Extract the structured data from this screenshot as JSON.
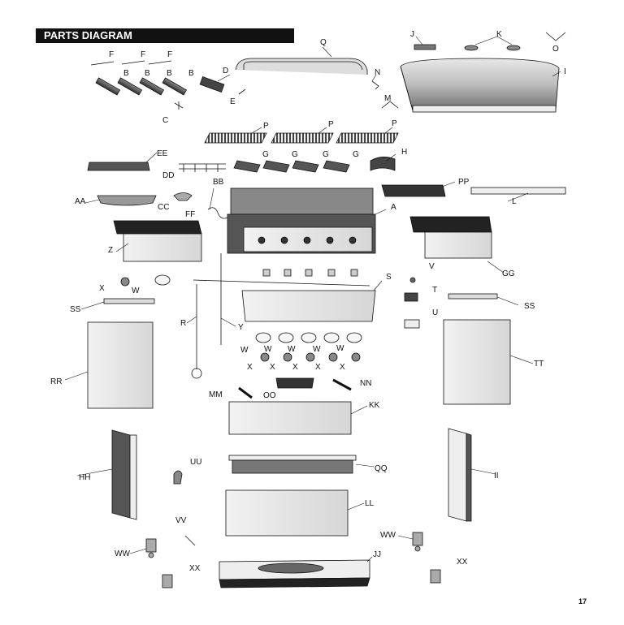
{
  "header": {
    "title": "PARTS DIAGRAM"
  },
  "page_number": "17",
  "parts": {
    "A": "A",
    "B": "B",
    "C": "C",
    "D": "D",
    "E": "E",
    "F": "F",
    "G": "G",
    "H": "H",
    "I": "I",
    "J": "J",
    "K": "K",
    "L": "L",
    "M": "M",
    "N": "N",
    "O": "O",
    "P": "P",
    "Q": "Q",
    "R": "R",
    "S": "S",
    "T": "T",
    "U": "U",
    "V": "V",
    "W": "W",
    "X": "X",
    "Y": "Y",
    "Z": "Z",
    "AA": "AA",
    "BB": "BB",
    "CC": "CC",
    "DD": "DD",
    "EE": "EE",
    "FF": "FF",
    "GG": "GG",
    "HH": "HH",
    "II": "II",
    "JJ": "JJ",
    "KK": "KK",
    "LL": "LL",
    "MM": "MM",
    "NN": "NN",
    "OO": "OO",
    "PP": "PP",
    "QQ": "QQ",
    "RR": "RR",
    "SS": "SS",
    "TT": "TT",
    "UU": "UU",
    "VV": "VV",
    "WW": "WW",
    "XX": "XX"
  }
}
